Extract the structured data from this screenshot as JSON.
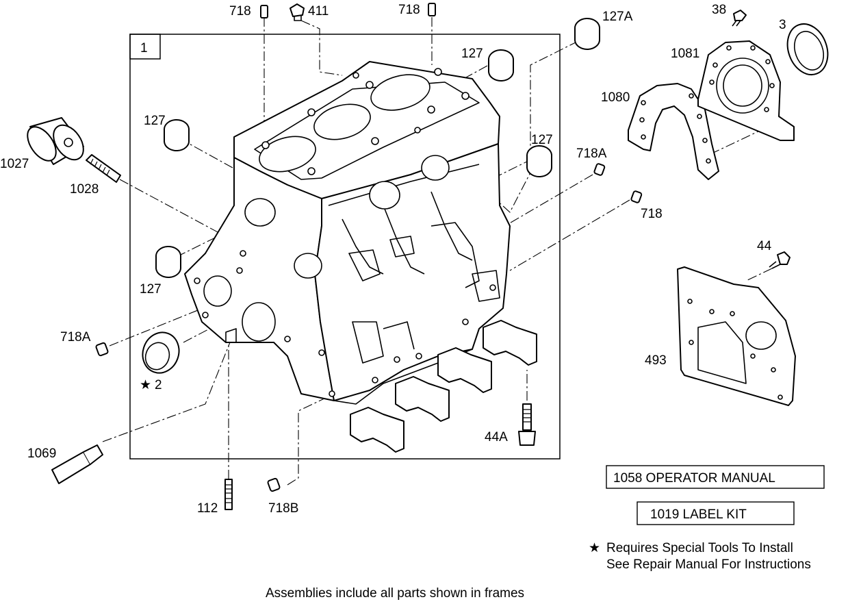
{
  "frame_label": "1",
  "callouts": {
    "p718_top_left": "718",
    "p411": "411",
    "p718_top_center": "718",
    "p127a": "127A",
    "p38": "38",
    "p3": "3",
    "p1081": "1081",
    "p1080": "1080",
    "p127_top": "127",
    "p127_left": "127",
    "p127_right": "127",
    "p127_lower_left": "127",
    "p1027": "1027",
    "p1028": "1028",
    "p718a_right": "718A",
    "p718_right": "718",
    "p44": "44",
    "p493": "493",
    "p718a_left": "718A",
    "p2": "2",
    "p1069": "1069",
    "p44a": "44A",
    "p112": "112",
    "p718b": "718B"
  },
  "star_symbol": "★",
  "boxes": {
    "operator_manual": "1058  OPERATOR MANUAL",
    "label_kit": "1019   LABEL KIT"
  },
  "notes": {
    "special_tools_line1": "Requires Special Tools To Install",
    "special_tools_line2": "See Repair Manual For Instructions",
    "assemblies": "Assemblies include all parts shown in frames"
  }
}
